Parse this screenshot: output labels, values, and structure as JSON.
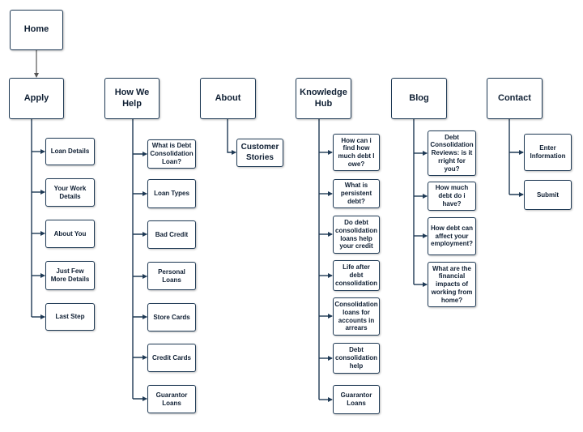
{
  "sitemap": {
    "root": "Home",
    "sections": [
      {
        "label": "Apply",
        "children": [
          "Loan Details",
          "Your Work Details",
          "About You",
          "Just Few More Details",
          "Last Step"
        ]
      },
      {
        "label": "How We Help",
        "children": [
          "What is Debt Consolidation Loan?",
          "Loan Types",
          "Bad Credit",
          "Personal Loans",
          "Store Cards",
          "Credit Cards",
          "Guarantor Loans"
        ]
      },
      {
        "label": "About",
        "children": [
          "Customer Stories"
        ]
      },
      {
        "label": "Knowledge Hub",
        "children": [
          "How can i find how much debt I owe?",
          "What is persistent debt?",
          "Do debt consolidation loans help your credit",
          "Life after debt consolidation",
          "Consolidation loans for accounts in arrears",
          "Debt consolidation help",
          "Guarantor Loans"
        ]
      },
      {
        "label": "Blog",
        "children": [
          "Debt Consolidation Reviews: is it rright for you?",
          "How much debt do i have?",
          "How debt can affect your employment?",
          "What are the financial impacts of working from home?"
        ]
      },
      {
        "label": "Contact",
        "children": [
          "Enter Information",
          "Submit"
        ]
      }
    ]
  },
  "colors": {
    "line": "#1f3a55",
    "text": "#0f1f33",
    "fill": "#ffffff"
  }
}
